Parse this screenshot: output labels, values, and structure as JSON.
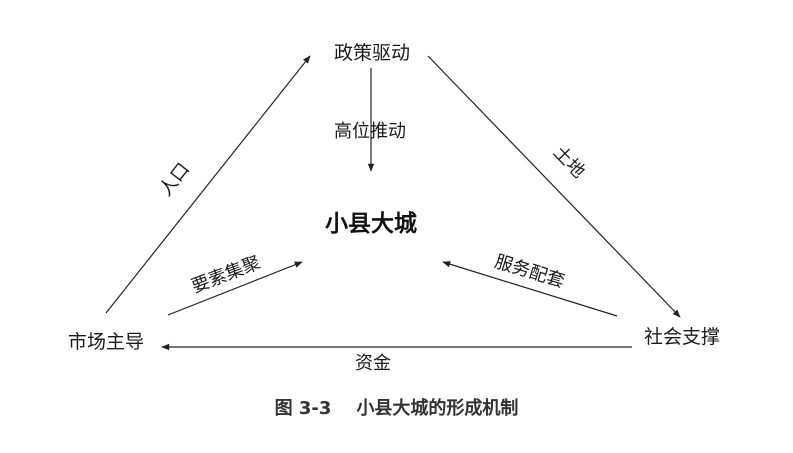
{
  "nodes": {
    "top": "政策驱动",
    "left": "市场主导",
    "right": "社会支撑",
    "center": "小县大城"
  },
  "edges": {
    "top_to_center": "高位推动",
    "left_to_top": "人口",
    "top_to_right": "土地",
    "right_to_left": "资金",
    "left_to_center": "要素集聚",
    "right_to_center": "服务配套"
  },
  "caption": {
    "figure_no": "图 3-3",
    "title": "小县大城的形成机制"
  },
  "colors": {
    "line": "#222222",
    "text": "#1a1a1a"
  }
}
